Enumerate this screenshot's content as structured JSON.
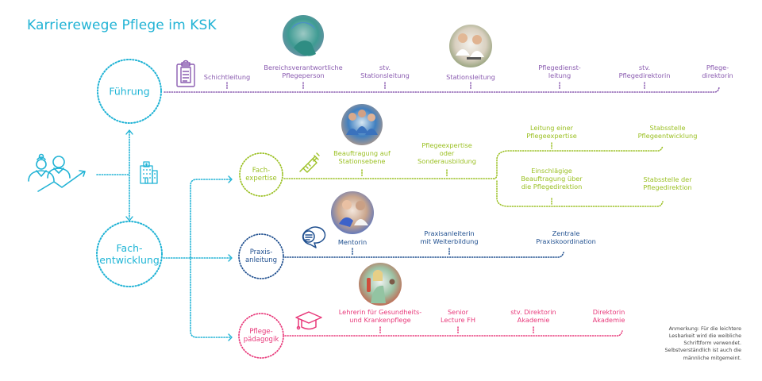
{
  "title": "Karrierewege Pflege im KSK",
  "colors": {
    "cyan": "#21b3d5",
    "purple": "#8a5bb0",
    "green": "#9bc023",
    "navy": "#1f4f8f",
    "pink": "#e8397a"
  },
  "hubs": {
    "fuehrung": "Führung",
    "fachentwicklung_line1": "Fach-",
    "fachentwicklung_line2": "entwicklung"
  },
  "branches": {
    "fachexpertise": {
      "line1": "Fach-",
      "line2": "expertise",
      "icon": "syringe-icon"
    },
    "praxisanleitung": {
      "line1": "Praxis-",
      "line2": "anleitung",
      "icon": "speech-bubble-icon"
    },
    "pflegepaedagogik": {
      "line1": "Pflege-",
      "line2": "pädagogik",
      "icon": "graduation-cap-icon"
    }
  },
  "icons": {
    "people": "nurses-career-growth-icon",
    "hospital": "hospital-icon",
    "clipboard": "clipboard-icon"
  },
  "fuehrung_steps": [
    {
      "line1": "Schichtleitung",
      "line2": ""
    },
    {
      "line1": "Bereichsverantwortliche",
      "line2": "Pflegeperson",
      "photo": true
    },
    {
      "line1": "stv.",
      "line2": "Stationsleitung"
    },
    {
      "line1": "Stationsleitung",
      "line2": "",
      "photo": true
    },
    {
      "line1": "Pflegedienst-",
      "line2": "leitung"
    },
    {
      "line1": "stv.",
      "line2": "Pflegedirektorin"
    },
    {
      "line1": "Pflege-",
      "line2": "direktorin"
    }
  ],
  "fachexpertise_steps": [
    {
      "line1": "Beauftragung auf",
      "line2": "Stationsebene",
      "photo": true
    },
    {
      "line1": "Pflegeexpertise",
      "line2": "oder",
      "line3": "Sonderausbildung"
    }
  ],
  "fachexpertise_upper": [
    {
      "line1": "Leitung einer",
      "line2": "Pflegeexpertise"
    },
    {
      "line1": "Stabsstelle",
      "line2": "Pflegeentwicklung"
    }
  ],
  "fachexpertise_lower": [
    {
      "line1": "Einschlägige",
      "line2": "Beauftragung über",
      "line3": "die Pflegedirektion"
    },
    {
      "line1": "Stabsstelle der",
      "line2": "Pflegedirektion"
    }
  ],
  "praxis_steps": [
    {
      "line1": "Mentorin",
      "line2": "",
      "photo": true
    },
    {
      "line1": "Praxisanleiterin",
      "line2": "mit Weiterbildung"
    },
    {
      "line1": "Zentrale",
      "line2": "Praxiskoordination"
    }
  ],
  "paedagogik_steps": [
    {
      "line1": "Lehrerin für Gesundheits-",
      "line2": "und Krankenpflege",
      "photo": true
    },
    {
      "line1": "Senior",
      "line2": "Lecture FH"
    },
    {
      "line1": "stv. Direktorin",
      "line2": "Akademie"
    },
    {
      "line1": "Direktorin",
      "line2": "Akademie"
    }
  ],
  "note": {
    "line1": "Anmerkung: Für die leichtere",
    "line2": "Lesbarkeit wird die weibliche",
    "line3": "Schriftform verwendet.",
    "line4": "Selbstverständlich ist auch die",
    "line5": "männliche mitgemeint."
  }
}
